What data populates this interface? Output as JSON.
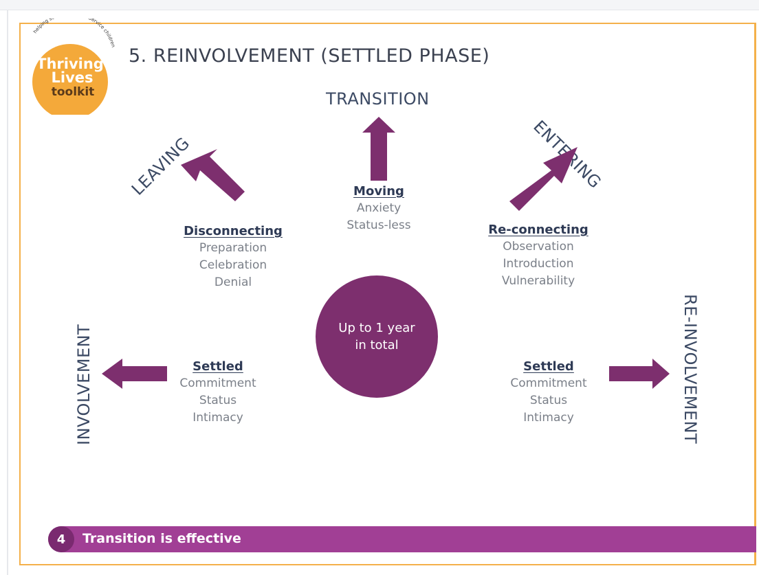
{
  "logo": {
    "ring_text": "helping schools support Service children",
    "line1": "Thriving",
    "line2": "Lives",
    "line3": "toolkit",
    "color": "#f4a93a"
  },
  "title": "5. REINVOLVEMENT (SETTLED PHASE)",
  "labels": {
    "transition": "TRANSITION",
    "leaving": "LEAVING",
    "entering": "ENTERING",
    "involvement": "INVOLVEMENT",
    "reinvolvement": "RE-INVOLVEMENT"
  },
  "groups": {
    "moving": {
      "head": "Moving",
      "items": [
        "Anxiety",
        "Status-less"
      ]
    },
    "disconnecting": {
      "head": "Disconnecting",
      "items": [
        "Preparation",
        "Celebration",
        "Denial"
      ]
    },
    "reconnecting": {
      "head": "Re-connecting",
      "items": [
        "Observation",
        "Introduction",
        "Vulnerability"
      ]
    },
    "settled_left": {
      "head": "Settled",
      "items": [
        "Commitment",
        "Status",
        "Intimacy"
      ]
    },
    "settled_right": {
      "head": "Settled",
      "items": [
        "Commitment",
        "Status",
        "Intimacy"
      ]
    }
  },
  "center": {
    "line1": "Up to 1 year",
    "line2": "in total"
  },
  "banner": {
    "number": "4",
    "text": "Transition is effective"
  },
  "colors": {
    "accent": "#7d2f6e",
    "frame": "#f4b04a",
    "banner": "#a13f95"
  }
}
